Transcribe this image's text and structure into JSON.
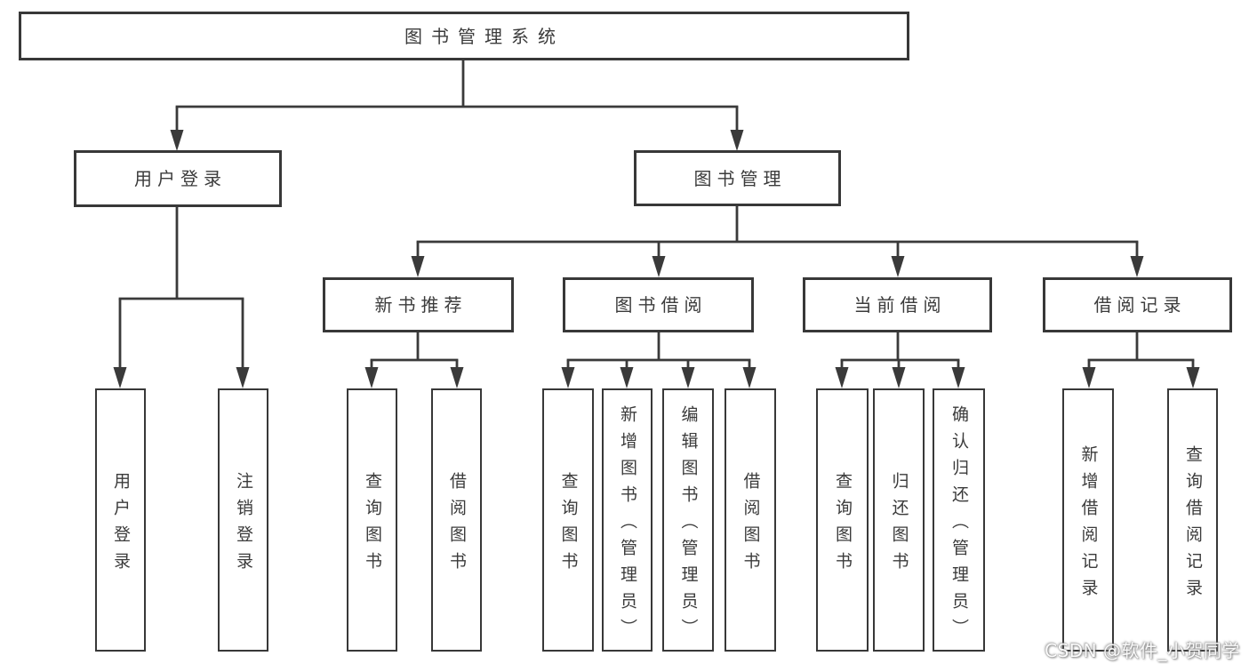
{
  "nodes": {
    "root": {
      "label": "图书管理系统"
    },
    "level2": [
      {
        "label": "用户登录"
      },
      {
        "label": "图书管理"
      }
    ],
    "level3": [
      {
        "label": "新书推荐"
      },
      {
        "label": "图书借阅"
      },
      {
        "label": "当前借阅"
      },
      {
        "label": "借阅记录"
      }
    ],
    "leaves": {
      "login": [
        {
          "label": "用户登录"
        },
        {
          "label": "注销登录"
        }
      ],
      "recommend": [
        {
          "label": "查询图书"
        },
        {
          "label": "借阅图书"
        }
      ],
      "borrow": [
        {
          "label": "查询图书"
        },
        {
          "label": "新增图书（管理员）"
        },
        {
          "label": "编辑图书（管理员）"
        },
        {
          "label": "借阅图书"
        }
      ],
      "current": [
        {
          "label": "查询图书"
        },
        {
          "label": "归还图书"
        },
        {
          "label": "确认归还（管理员）"
        }
      ],
      "records": [
        {
          "label": "新增借阅记录"
        },
        {
          "label": "查询借阅记录"
        }
      ]
    }
  },
  "watermark": {
    "text": "CSDN @软件_小贺同学"
  },
  "colors": {
    "line": "#3a3a3a",
    "border": "#383838",
    "text": "#3b3b3b",
    "background": "#ffffff",
    "watermark_text": "#ffffff"
  }
}
